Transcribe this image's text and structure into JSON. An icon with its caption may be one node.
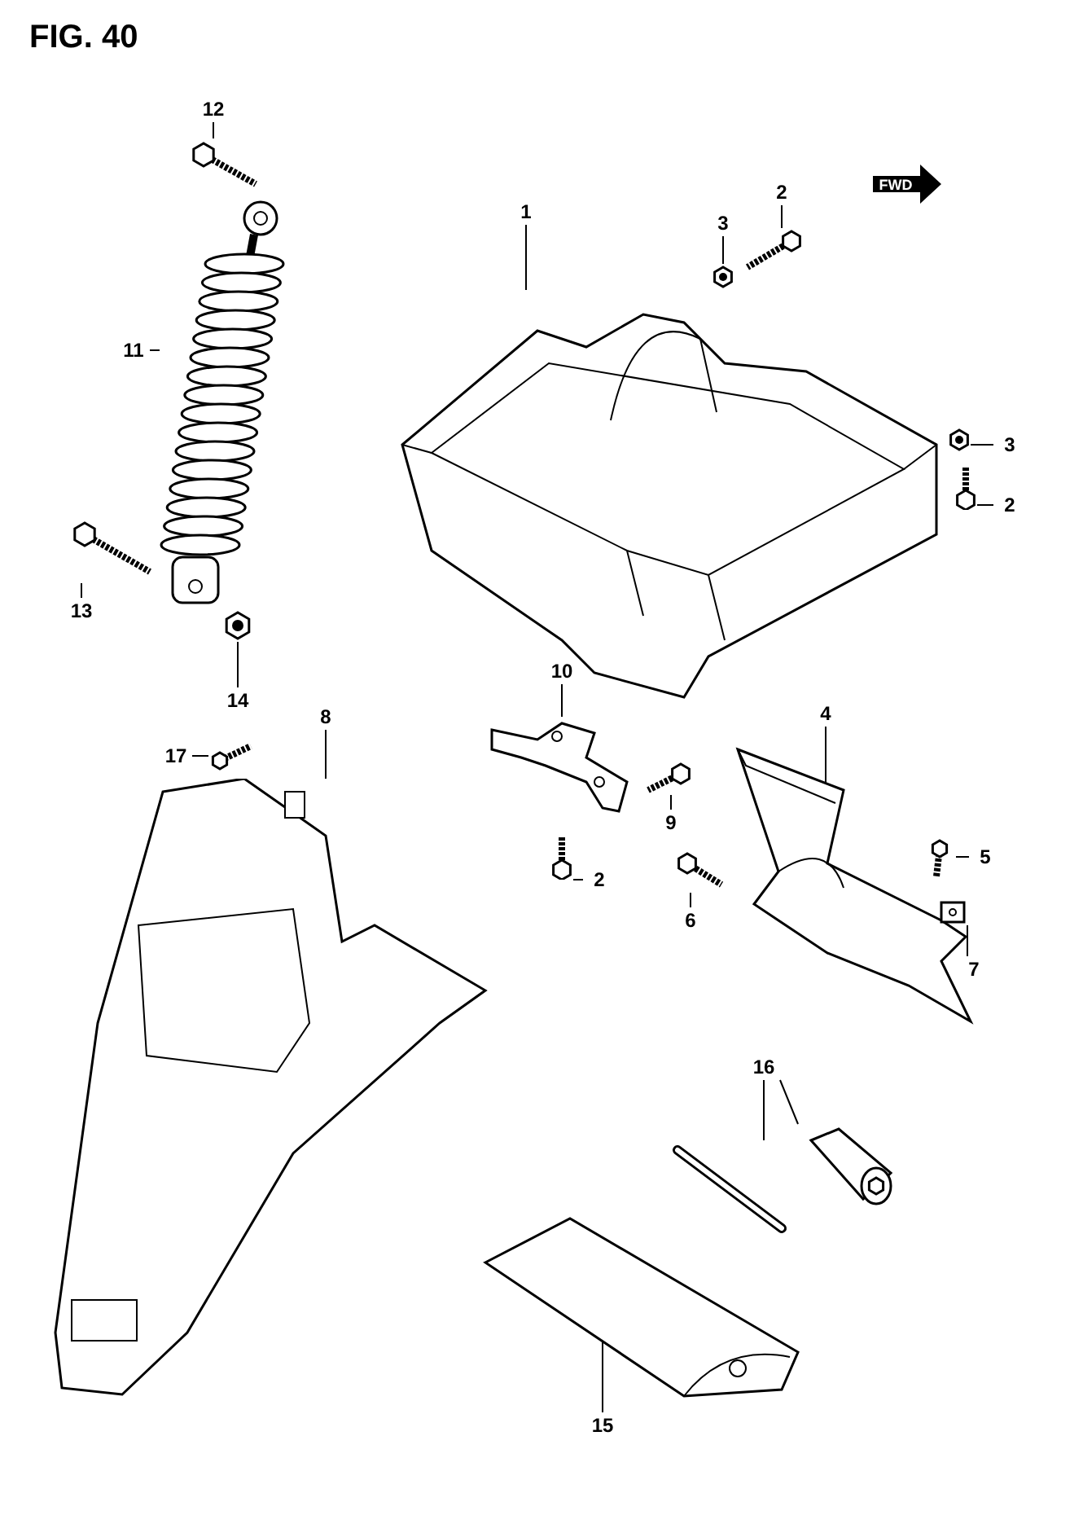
{
  "diagram": {
    "title": "FIG. 40",
    "nodes": [
      {
        "text": [
          "12"
        ]
      },
      {
        "text": [],
        "shape": "picture"
      },
      {
        "text": [
          "11"
        ]
      },
      {
        "text": [],
        "shape": "picture"
      },
      {
        "text": [
          "13"
        ]
      },
      {
        "text": [],
        "shape": "picture"
      },
      {
        "text": [
          "14"
        ]
      },
      {
        "text": [],
        "shape": "picture"
      },
      {
        "text": [
          "1"
        ]
      },
      {
        "text": [],
        "shape": "picture"
      },
      {
        "text": [
          "3"
        ]
      },
      {
        "text": [],
        "shape": "picture"
      },
      {
        "text": [
          "2"
        ]
      },
      {
        "text": [],
        "shape": "picture"
      },
      {
        "text": [
          "3"
        ]
      },
      {
        "text": [],
        "shape": "picture"
      },
      {
        "text": [
          "2"
        ]
      },
      {
        "text": [],
        "shape": "picture"
      },
      {
        "text": [
          "10"
        ]
      },
      {
        "text": [],
        "shape": "picture"
      },
      {
        "text": [
          "8"
        ]
      },
      {
        "text": [],
        "shape": "picture"
      },
      {
        "text": [
          "17"
        ]
      },
      {
        "text": [],
        "shape": "picture"
      },
      {
        "text": [
          "9"
        ]
      },
      {
        "text": [],
        "shape": "picture"
      },
      {
        "text": [
          "2"
        ]
      },
      {
        "text": [],
        "shape": "picture"
      },
      {
        "text": [
          "4"
        ]
      },
      {
        "text": [],
        "shape": "picture"
      },
      {
        "text": [
          "5"
        ]
      },
      {
        "text": [],
        "shape": "picture"
      },
      {
        "text": [
          "6"
        ]
      },
      {
        "text": [],
        "shape": "picture"
      },
      {
        "text": [
          "7"
        ]
      },
      {
        "text": [],
        "shape": "picture"
      },
      {
        "text": [
          "16"
        ]
      },
      {
        "text": [],
        "shape": "picture"
      },
      {
        "text": [],
        "shape": "picture"
      },
      {
        "text": [
          "15"
        ]
      },
      {
        "text": [],
        "shape": "picture"
      }
    ],
    "edges": [
      {
        "from": 0,
        "to": 1,
        "arrow": "none"
      },
      {
        "from": 2,
        "to": 3,
        "arrow": "none"
      },
      {
        "from": 4,
        "to": 5,
        "arrow": "none"
      },
      {
        "from": 6,
        "to": 7,
        "arrow": "none"
      },
      {
        "from": 8,
        "to": 9,
        "arrow": "none"
      },
      {
        "from": 10,
        "to": 11,
        "arrow": "none"
      },
      {
        "from": 12,
        "to": 13,
        "arrow": "none"
      },
      {
        "from": 14,
        "to": 15,
        "arrow": "none"
      },
      {
        "from": 16,
        "to": 17,
        "arrow": "none"
      },
      {
        "from": 18,
        "to": 19,
        "arrow": "none"
      },
      {
        "from": 20,
        "to": 21,
        "arrow": "none"
      },
      {
        "from": 22,
        "to": 23,
        "arrow": "none"
      },
      {
        "from": 24,
        "to": 25,
        "arrow": "none"
      },
      {
        "from": 26,
        "to": 27,
        "arrow": "none"
      },
      {
        "from": 28,
        "to": 29,
        "arrow": "none"
      },
      {
        "from": 30,
        "to": 31,
        "arrow": "none"
      },
      {
        "from": 32,
        "to": 33,
        "arrow": "none"
      },
      {
        "from": 34,
        "to": 35,
        "arrow": "none"
      },
      {
        "from": 36,
        "to": 37,
        "arrow": "none"
      },
      {
        "from": 36,
        "to": 38,
        "arrow": "none"
      },
      {
        "from": 39,
        "to": 40,
        "arrow": "none"
      }
    ],
    "labels": [
      "FWD"
    ]
  }
}
